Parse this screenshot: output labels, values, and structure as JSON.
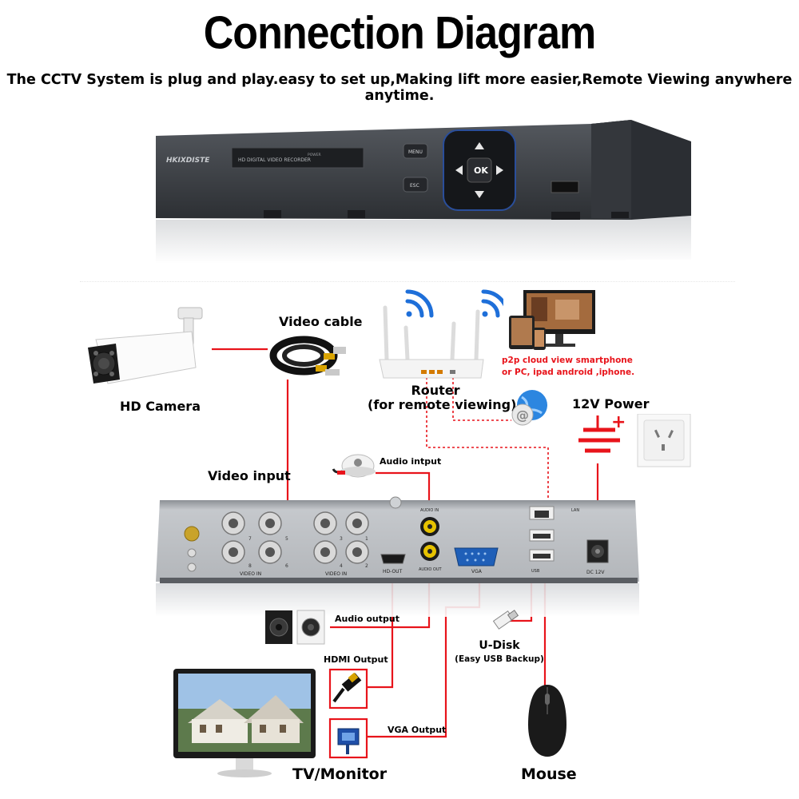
{
  "title": "Connection Diagram",
  "subtitle": "The CCTV System is plug and play.easy to set up,Making lift more easier,Remote Viewing anywhere anytime.",
  "dvr_front": {
    "brand": "HKIXDISTE",
    "model_text": "HD DIGITAL VIDEO RECORDER",
    "power_text": "POWER",
    "ok_label": "OK",
    "menu_label": "MENU",
    "esc_label": "ESC"
  },
  "labels": {
    "video_cable": "Video cable",
    "hd_camera": "HD Camera",
    "router": "Router",
    "router_sub": "(for remote viewing)",
    "p2p_line1": "p2p cloud  view smartphone",
    "p2p_line2": "or PC, ipad android ,iphone.",
    "power_12v": "12V Power",
    "video_input": "Video input",
    "audio_input": "Audio intput",
    "audio_output": "Audio output",
    "hdmi_output": "HDMI Output",
    "vga_output": "VGA Output",
    "u_disk": "U-Disk",
    "u_disk_sub": "(Easy USB Backup)",
    "tv_monitor": "TV/Monitor",
    "mouse": "Mouse"
  },
  "rear_panel": {
    "video_in": "VIDEO IN",
    "audio_in": "AUDIO IN",
    "audio_out": "AUDIO OUT",
    "hd_out": "HD-OUT",
    "vga": "VGA",
    "lan": "LAN",
    "usb": "USB",
    "dc": "DC 12V",
    "bnc_numbers": [
      "7",
      "5",
      "3",
      "1",
      "8",
      "6",
      "4",
      "2"
    ]
  },
  "colors": {
    "accent_red": "#e8141b",
    "dvr_body": "#3a3d42",
    "highlight_blue": "#1e6fd9"
  }
}
